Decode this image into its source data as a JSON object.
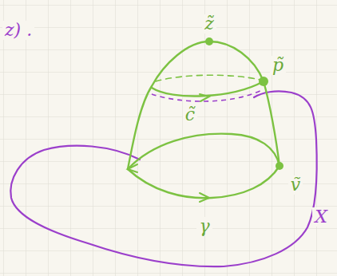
{
  "diagram": {
    "labels": [
      "z) .",
      "z̃",
      "p̃",
      "c̃",
      "ṽ",
      "γ",
      "X"
    ]
  }
}
